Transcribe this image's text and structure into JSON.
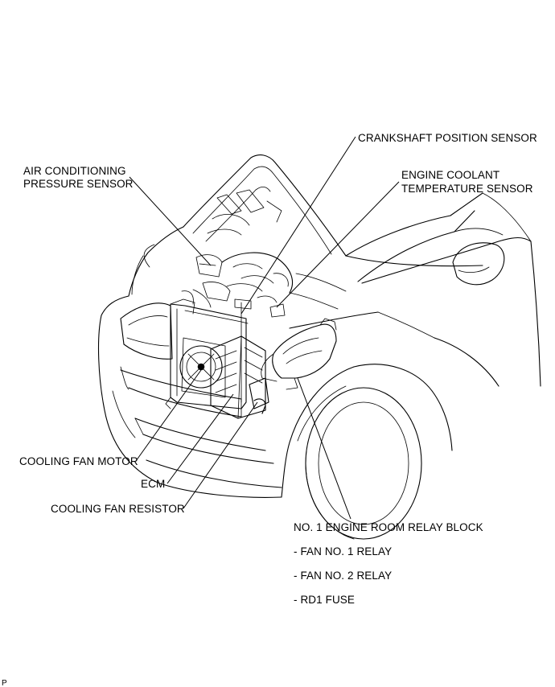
{
  "labels": {
    "crankshaft": "CRANKSHAFT POSITION SENSOR",
    "ac_line1": "AIR CONDITIONING",
    "ac_line2": "PRESSURE SENSOR",
    "ect_line1": "ENGINE COOLANT",
    "ect_line2": "TEMPERATURE SENSOR",
    "fan_motor": "COOLING FAN MOTOR",
    "ecm": "ECM",
    "fan_resistor": "COOLING FAN RESISTOR",
    "relay_block": "NO. 1 ENGINE ROOM RELAY BLOCK",
    "relay_items": [
      "- FAN NO. 1 RELAY",
      "- FAN NO. 2 RELAY",
      "- RD1 FUSE"
    ]
  },
  "figure_code": "P"
}
